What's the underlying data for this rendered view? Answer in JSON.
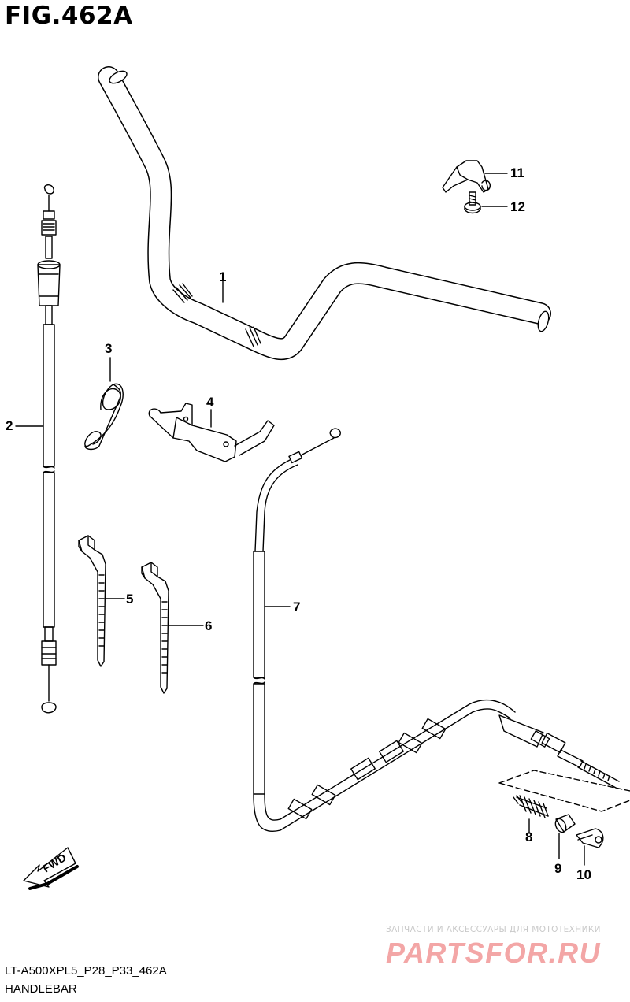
{
  "figure": {
    "title": "FIG.462A",
    "code": "LT-A500XPL5_P28_P33_462A",
    "caption": "HANDLEBAR"
  },
  "callouts": [
    "1",
    "2",
    "3",
    "4",
    "5",
    "6",
    "7",
    "8",
    "9",
    "10",
    "11",
    "12"
  ],
  "fwd_label": "FWD",
  "watermark": {
    "tagline": "ЗАПЧАСТИ И АКСЕССУАРЫ ДЛЯ МОТОТЕХНИКИ",
    "brand": "PARTSFOR.RU"
  },
  "colors": {
    "line": "#000000",
    "watermark_gray": "#c9c9c9",
    "watermark_red": "#f3a6a6"
  }
}
